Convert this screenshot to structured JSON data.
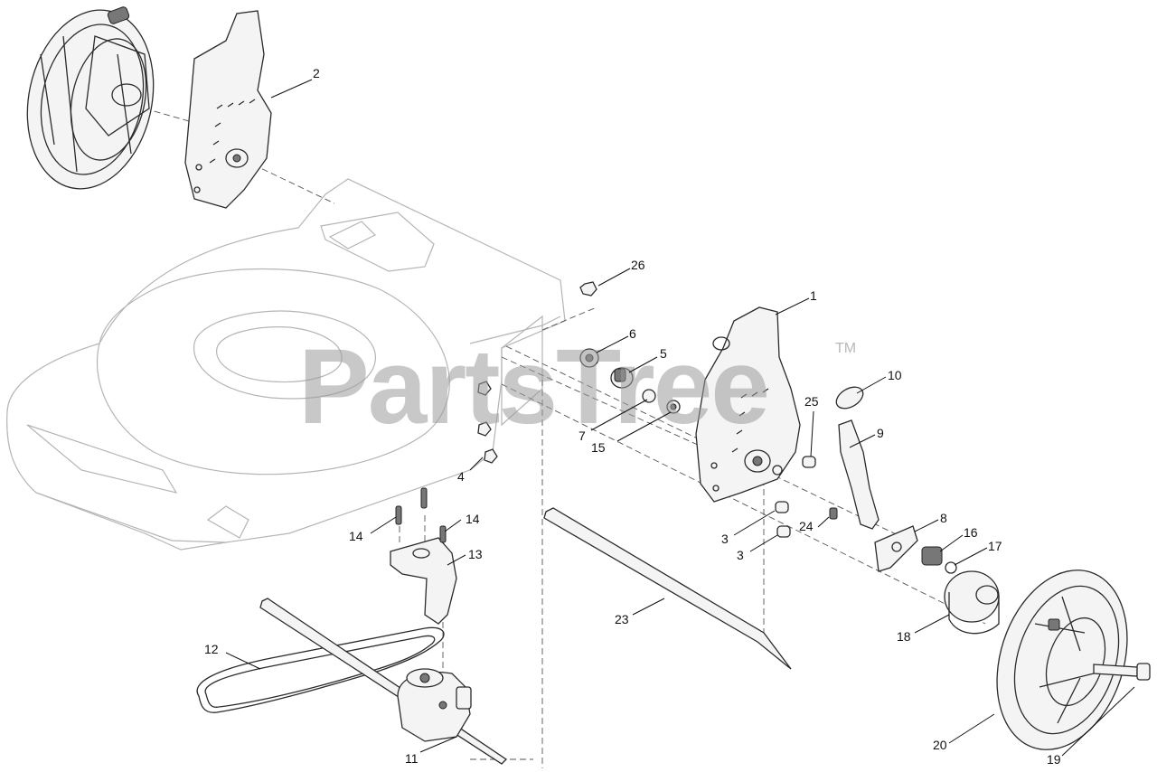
{
  "watermark": {
    "brand": "PartsTree",
    "trademark": "TM"
  },
  "callouts": [
    {
      "id": "2",
      "label": "2"
    },
    {
      "id": "26",
      "label": "26"
    },
    {
      "id": "1",
      "label": "1"
    },
    {
      "id": "6",
      "label": "6"
    },
    {
      "id": "5",
      "label": "5"
    },
    {
      "id": "10",
      "label": "10"
    },
    {
      "id": "25",
      "label": "25"
    },
    {
      "id": "9",
      "label": "9"
    },
    {
      "id": "7",
      "label": "7"
    },
    {
      "id": "15",
      "label": "15"
    },
    {
      "id": "4",
      "label": "4"
    },
    {
      "id": "14a",
      "label": "14"
    },
    {
      "id": "14b",
      "label": "14"
    },
    {
      "id": "13",
      "label": "13"
    },
    {
      "id": "3a",
      "label": "3"
    },
    {
      "id": "24",
      "label": "24"
    },
    {
      "id": "3b",
      "label": "3"
    },
    {
      "id": "8",
      "label": "8"
    },
    {
      "id": "16",
      "label": "16"
    },
    {
      "id": "17",
      "label": "17"
    },
    {
      "id": "23",
      "label": "23"
    },
    {
      "id": "18",
      "label": "18"
    },
    {
      "id": "12",
      "label": "12"
    },
    {
      "id": "20",
      "label": "20"
    },
    {
      "id": "11",
      "label": "11"
    },
    {
      "id": "19",
      "label": "19"
    }
  ]
}
